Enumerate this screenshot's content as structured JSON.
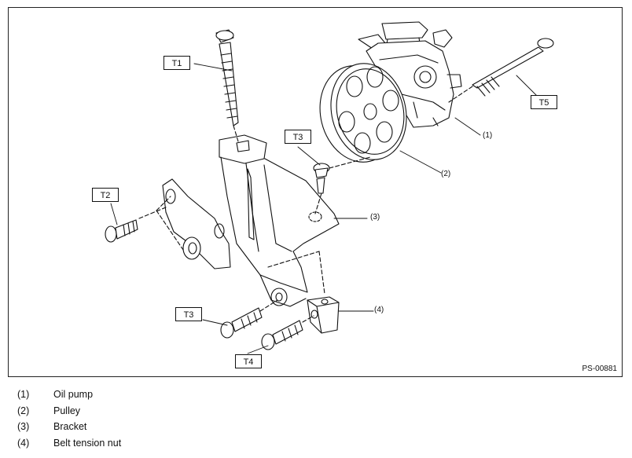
{
  "torque_labels": {
    "t1": "T1",
    "t2": "T2",
    "t3a": "T3",
    "t3b": "T3",
    "t4": "T4",
    "t5": "T5"
  },
  "callouts": {
    "c1": "(1)",
    "c2": "(2)",
    "c3": "(3)",
    "c4": "(4)"
  },
  "figure_code": "PS-00881",
  "legend": [
    {
      "num": "(1)",
      "text": "Oil pump"
    },
    {
      "num": "(2)",
      "text": "Pulley"
    },
    {
      "num": "(3)",
      "text": "Bracket"
    },
    {
      "num": "(4)",
      "text": "Belt tension nut"
    }
  ]
}
